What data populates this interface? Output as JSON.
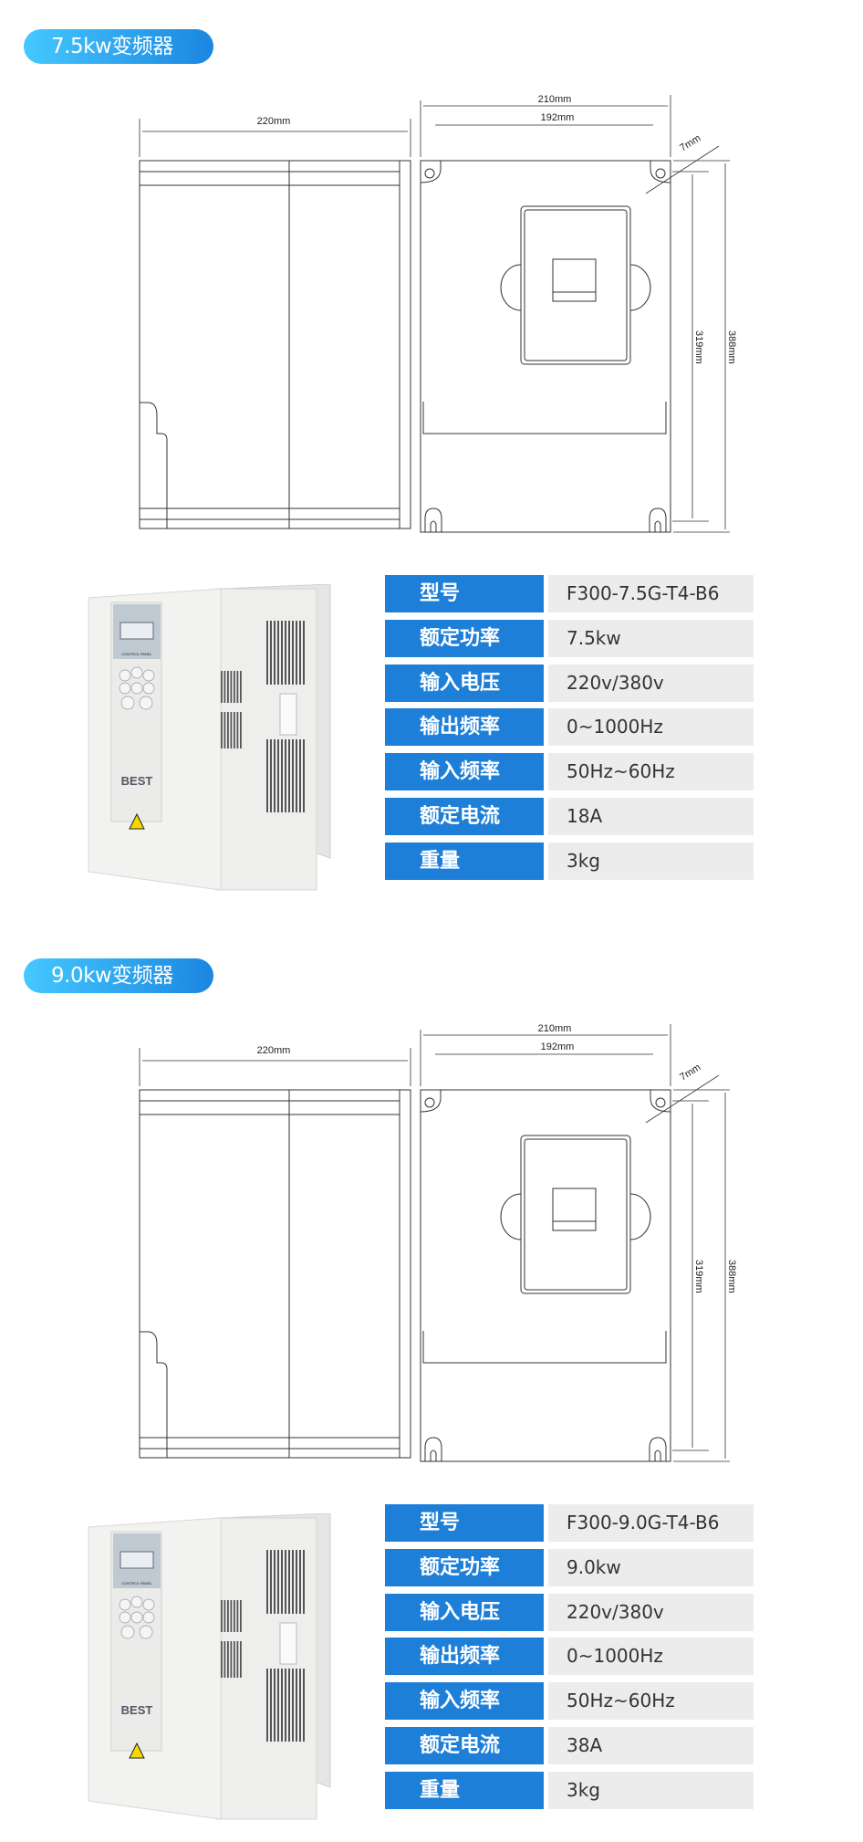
{
  "sections": [
    {
      "title": "7.5kw变频器",
      "dimensions": {
        "side_width": "220mm",
        "front_width": "210mm",
        "hole_spacing": "192mm",
        "hole_diameter": "7mm",
        "hole_height": "319mm",
        "total_height": "388mm"
      },
      "photo": {
        "brand": "BEST",
        "panel_label": "CONTROL PANEL"
      },
      "specs": [
        {
          "label": "型号",
          "value": "F300-7.5G-T4-B6"
        },
        {
          "label": "额定功率",
          "value": "7.5kw"
        },
        {
          "label": "输入电压",
          "value": "220v/380v"
        },
        {
          "label": "输出频率",
          "value": "0~1000Hz"
        },
        {
          "label": "输入频率",
          "value": "50Hz~60Hz"
        },
        {
          "label": "额定电流",
          "value": "18A"
        },
        {
          "label": "重量",
          "value": "3kg"
        }
      ]
    },
    {
      "title": "9.0kw变频器",
      "dimensions": {
        "side_width": "220mm",
        "front_width": "210mm",
        "hole_spacing": "192mm",
        "hole_diameter": "7mm",
        "hole_height": "319mm",
        "total_height": "388mm"
      },
      "photo": {
        "brand": "BEST",
        "panel_label": "CONTROL PANEL"
      },
      "specs": [
        {
          "label": "型号",
          "value": "F300-9.0G-T4-B6"
        },
        {
          "label": "额定功率",
          "value": "9.0kw"
        },
        {
          "label": "输入电压",
          "value": "220v/380v"
        },
        {
          "label": "输出频率",
          "value": "0~1000Hz"
        },
        {
          "label": "输入频率",
          "value": "50Hz~60Hz"
        },
        {
          "label": "额定电流",
          "value": "38A"
        },
        {
          "label": "重量",
          "value": "3kg"
        }
      ]
    }
  ],
  "colors": {
    "label_bg": "#1e7fd8",
    "value_bg": "#ececec",
    "pill_start": "#45c8ff",
    "pill_end": "#1b86e0"
  }
}
